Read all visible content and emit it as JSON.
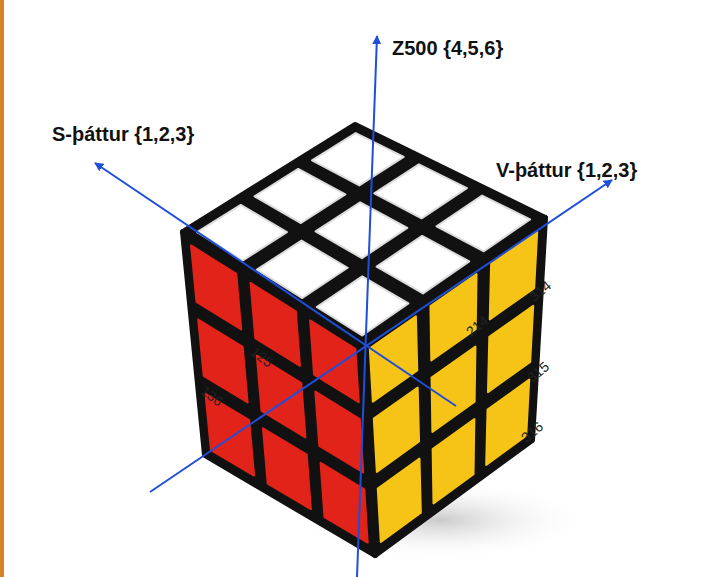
{
  "diagram": {
    "labels": [
      "Z500 {4,5,6}",
      "S-þáttur {1,2,3}",
      "V-þáttur {1,2,3}",
      "214",
      "314",
      "315",
      "316",
      "136",
      "125"
    ]
  }
}
